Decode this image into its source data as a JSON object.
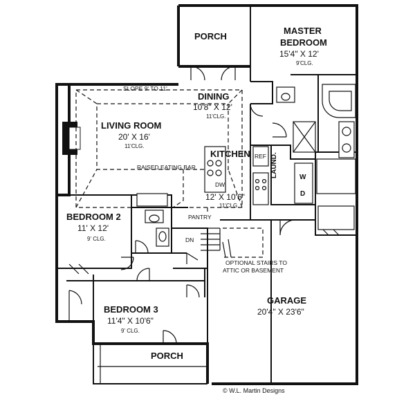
{
  "rooms": {
    "porch_top": {
      "name": "PORCH"
    },
    "master": {
      "name_1": "MASTER",
      "name_2": "BEDROOM",
      "dims": "15'4\" X 12'",
      "clg": "9'CLG."
    },
    "dining": {
      "name": "DINING",
      "dims": "10'8\" X 12'",
      "clg": "11'CLG."
    },
    "living": {
      "name": "LIVING ROOM",
      "dims": "20' X 16'",
      "clg": "11'CLG."
    },
    "kitchen": {
      "name": "KITCHEN",
      "dims": "12' X 10'6\"",
      "clg": "11'CLG."
    },
    "bedroom2": {
      "name": "BEDROOM 2",
      "dims": "11' X 12'",
      "clg": "9' CLG."
    },
    "bedroom3": {
      "name": "BEDROOM 3",
      "dims": "11'4\" X 10'6\"",
      "clg": "9' CLG."
    },
    "garage": {
      "name": "GARAGE",
      "dims": "20'4\" X 23'6\""
    },
    "porch_bottom": {
      "name": "PORCH"
    }
  },
  "labels": {
    "slope": "SLOPE 9' TO 11'",
    "eating_bar": "RAISED EATING BAR",
    "ref": "REF",
    "dw": "DW",
    "laund": "LAUND.",
    "washer": "W",
    "dryer": "D",
    "pantry": "PANTRY",
    "down": "DN",
    "optional_stairs_1": "OPTIONAL STAIRS TO",
    "optional_stairs_2": "ATTIC OR BASEMENT"
  },
  "credit": "© W.L. Martin Designs"
}
